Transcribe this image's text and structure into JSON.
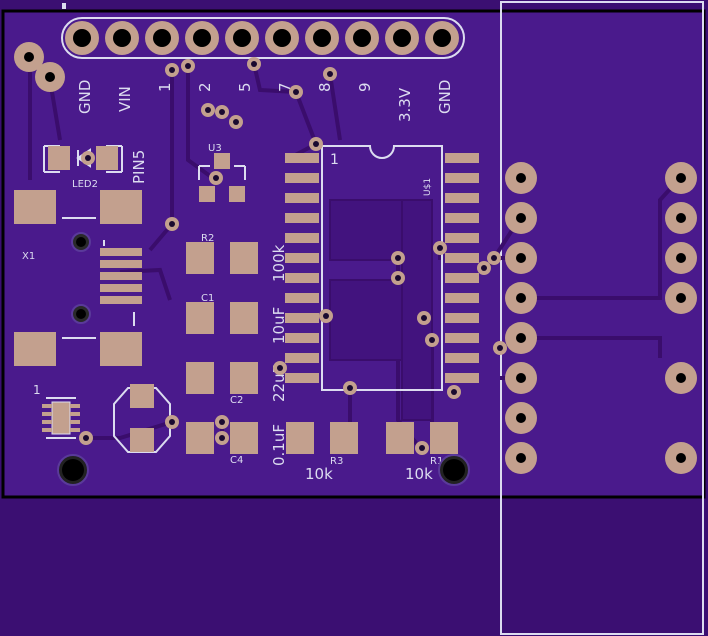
{
  "header_labels": [
    "GND",
    "VIN",
    "1",
    "2",
    "5",
    "7",
    "8",
    "9",
    "3.3V",
    "GND"
  ],
  "pin_label": "PIN5",
  "components": {
    "led": "LED2",
    "crystal": "X1",
    "regulator": "U3",
    "ic": "U$1",
    "ic_pin1": "1",
    "r2": "R2",
    "r3": "R3",
    "r1": "R1",
    "c1": "C1",
    "c2": "C2",
    "c4": "C4",
    "pin1_mark": "1"
  },
  "values": {
    "r2_value": "100k",
    "c1_value": "10uF",
    "c2_value": "22uF",
    "c4_value": "0.1uF",
    "r3_value": "10k",
    "r1_value": "10k"
  },
  "colors": {
    "board": "#3b0f72",
    "copper_pour": "#4a1a8c",
    "pad": "#c3a08e",
    "silkscreen": "#dcdcf0",
    "outline": "#000000"
  }
}
